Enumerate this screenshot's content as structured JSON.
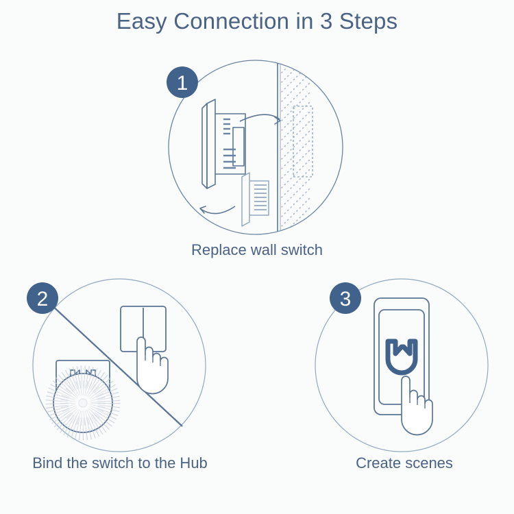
{
  "page": {
    "title": "Easy Connection in 3 Steps",
    "background_color": "#fafbfb",
    "accent_color": "#4a6283",
    "line_color": "#5b7597",
    "badge_color": "#41628a",
    "badge_text_color": "#ffffff"
  },
  "steps": [
    {
      "number": "1",
      "caption": "Replace wall switch",
      "icon": "wall-switch-replacement-illustration",
      "elements": [
        "switch-faceplate",
        "switch-terminal-block",
        "replacement-switch-module",
        "wall-hatching",
        "wall-box-dashed-outline",
        "arrow-install",
        "arrow-remove"
      ]
    },
    {
      "number": "2",
      "caption": "Bind the switch to the Hub",
      "icon": "bind-switch-to-hub-illustration",
      "elements": [
        "hub-device",
        "hub-speaker-grille",
        "hub-socket-slots",
        "wall-switch-two-gang",
        "pressing-hand",
        "binding-diagonal-line"
      ]
    },
    {
      "number": "3",
      "caption": "Create scenes",
      "icon": "create-scenes-illustration",
      "elements": [
        "smartphone",
        "phone-screen",
        "mijia-logo",
        "pressing-hand"
      ]
    }
  ]
}
